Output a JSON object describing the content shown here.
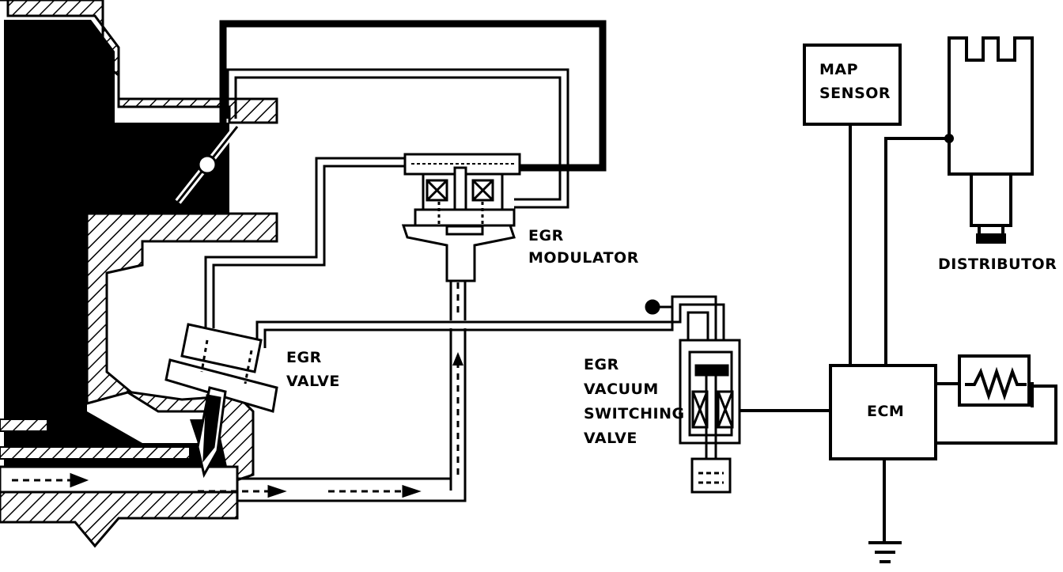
{
  "labels": {
    "egr_modulator": [
      "EGR",
      "MODULATOR"
    ],
    "egr_valve": [
      "EGR",
      "VALVE"
    ],
    "egr_vsv": [
      "EGR",
      "VACUUM",
      "SWITCHING",
      "VALVE"
    ],
    "map_sensor": [
      "MAP",
      "SENSOR"
    ],
    "distributor": "DISTRIBUTOR",
    "ecm": "ECM"
  },
  "colors": {
    "ink": "#000000",
    "paper": "#ffffff"
  }
}
